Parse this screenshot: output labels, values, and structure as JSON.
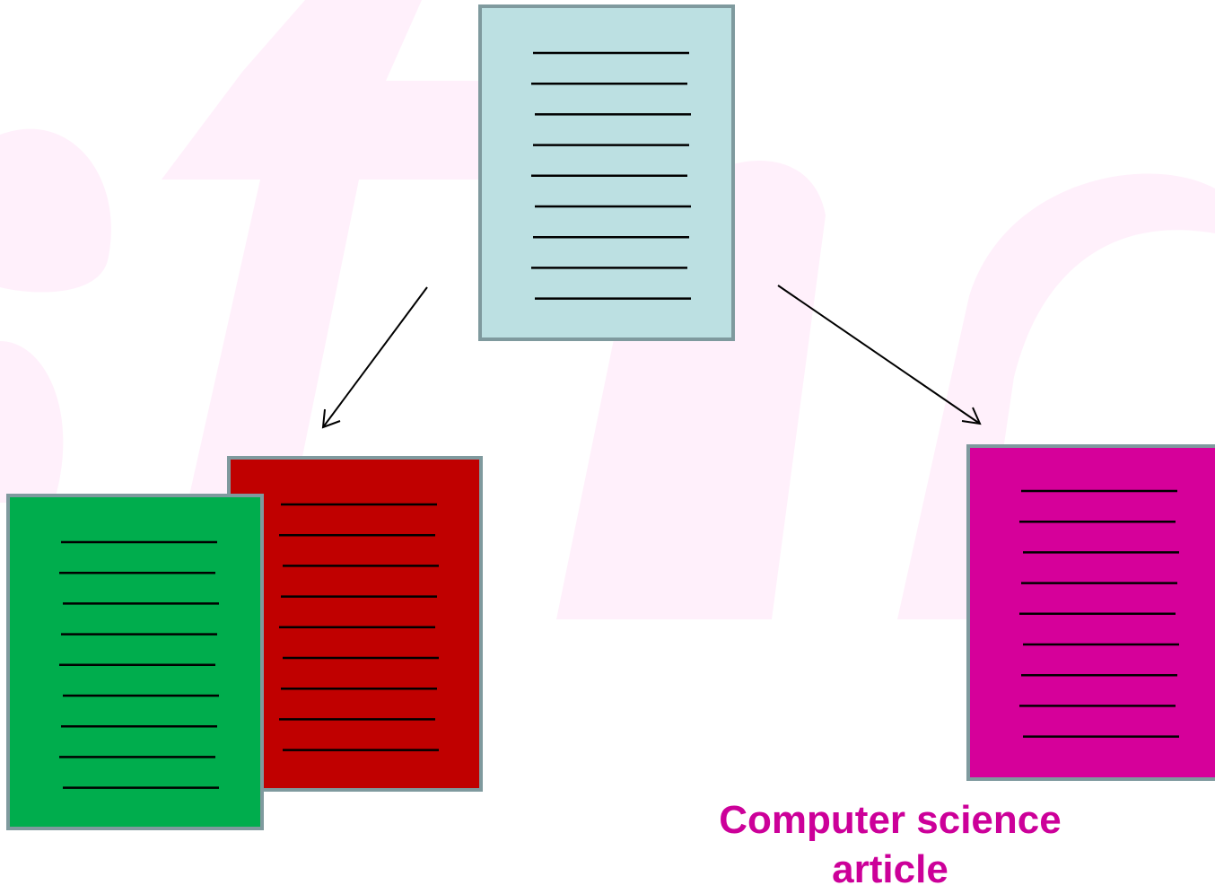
{
  "diagram": {
    "documents": [
      {
        "id": "source",
        "color": "#bce0e2",
        "line_count": 9
      },
      {
        "id": "red",
        "color": "#c00000",
        "line_count": 9
      },
      {
        "id": "green",
        "color": "#00ad4d",
        "line_count": 9
      },
      {
        "id": "magenta",
        "color": "#d6009a",
        "line_count": 9
      }
    ],
    "arrows": [
      {
        "from": "source",
        "to": "red-green-stack"
      },
      {
        "from": "source",
        "to": "magenta"
      }
    ],
    "caption": {
      "line1": "Computer science",
      "line2": "article",
      "color": "#cc0099"
    },
    "watermark_color": "#fff0fb"
  }
}
